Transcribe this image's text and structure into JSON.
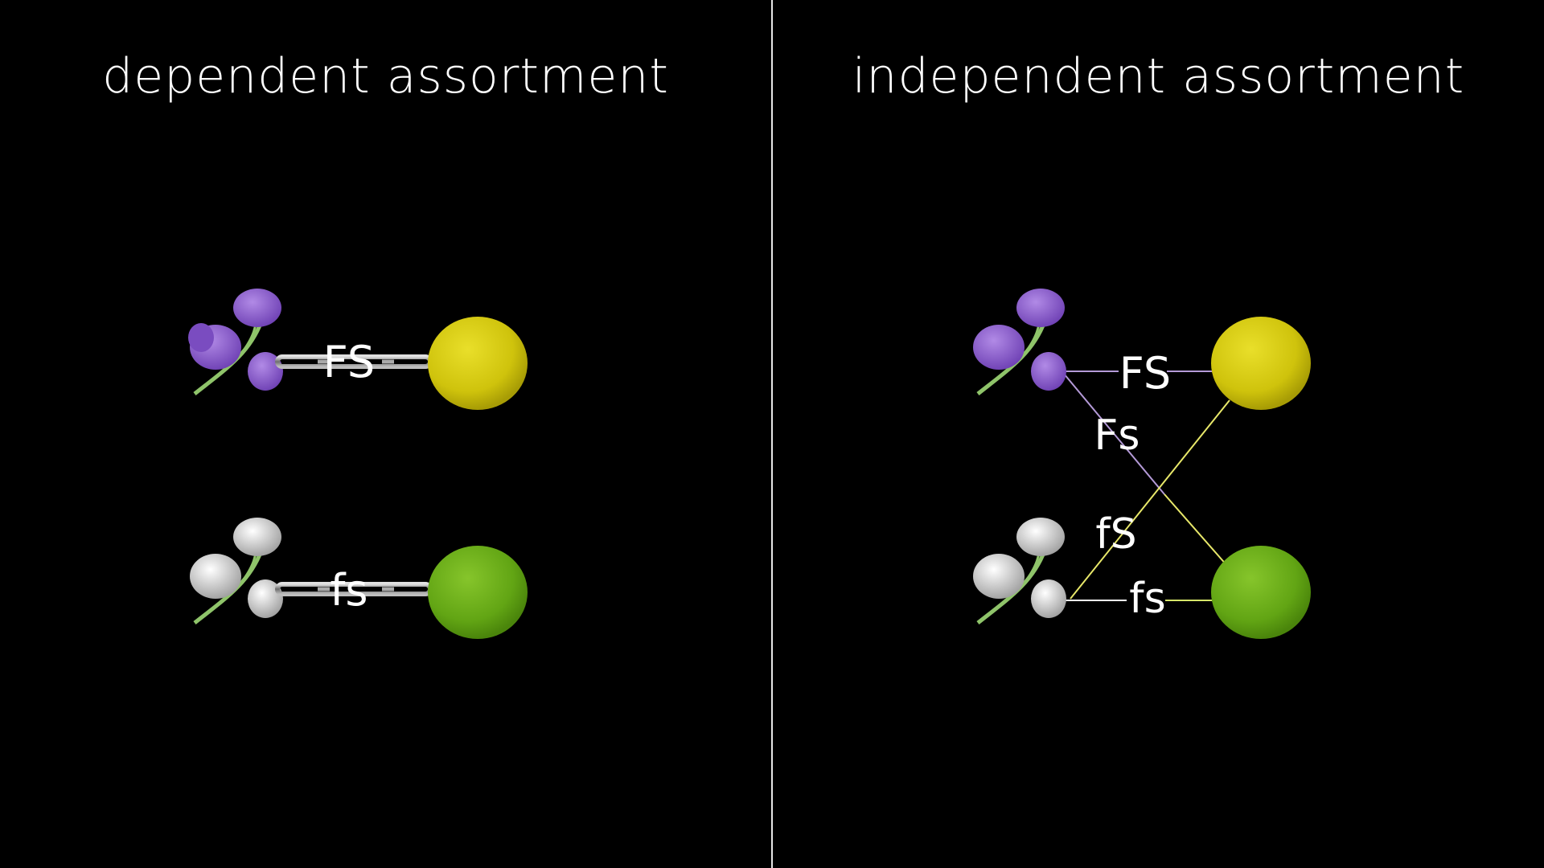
{
  "left": {
    "title": "dependent assortment",
    "rows": [
      {
        "label": "FS",
        "flower_color": "purple",
        "pea_color": "yellow"
      },
      {
        "label": "fs",
        "flower_color": "white",
        "pea_color": "green"
      }
    ]
  },
  "right": {
    "title": "independent assortment",
    "labels": {
      "FS": "FS",
      "Fs": "Fs",
      "fS": "fS",
      "fs": "fs"
    }
  },
  "colors": {
    "background": "#000000",
    "purple_flower": "#8f62cf",
    "white_flower": "#d9d9d9",
    "yellow_pea": "#d7cc10",
    "green_pea": "#6fb21a",
    "purple_line": "#b49ad8",
    "yellow_line": "#e8e86a",
    "white_line": "#ffffff"
  }
}
